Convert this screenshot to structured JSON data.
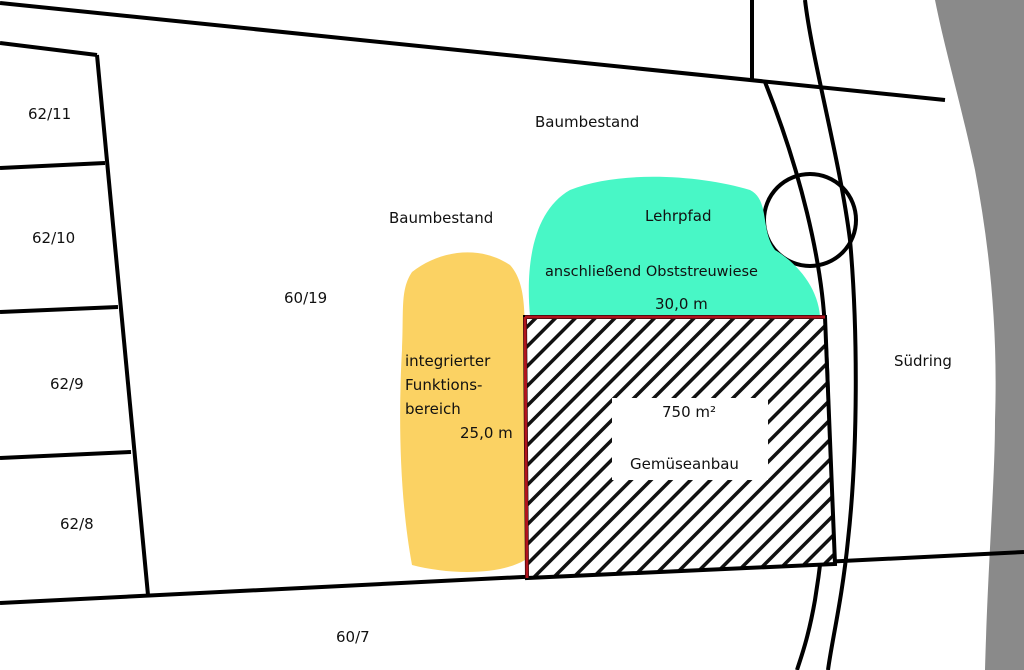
{
  "parcels": [
    "62/11",
    "62/10",
    "62/9",
    "62/8",
    "60/19",
    "60/7"
  ],
  "labels": {
    "trees_top": "Baumbestand",
    "trees_left": "Baumbestand",
    "lehrpfad": "Lehrpfad",
    "obststreuwiese": "anschließend Obststreuwiese",
    "width": "30,0 m",
    "depth": "25,0 m",
    "function_area": [
      "integrierter",
      "Funktions-",
      "bereich"
    ],
    "area": "750 m²",
    "use": "Gemüseanbau",
    "street": "Südring"
  },
  "colors": {
    "yellow": "#fbd263",
    "teal": "#48f7c6",
    "red": "#b0141e",
    "gray": "#8a8a8a"
  }
}
